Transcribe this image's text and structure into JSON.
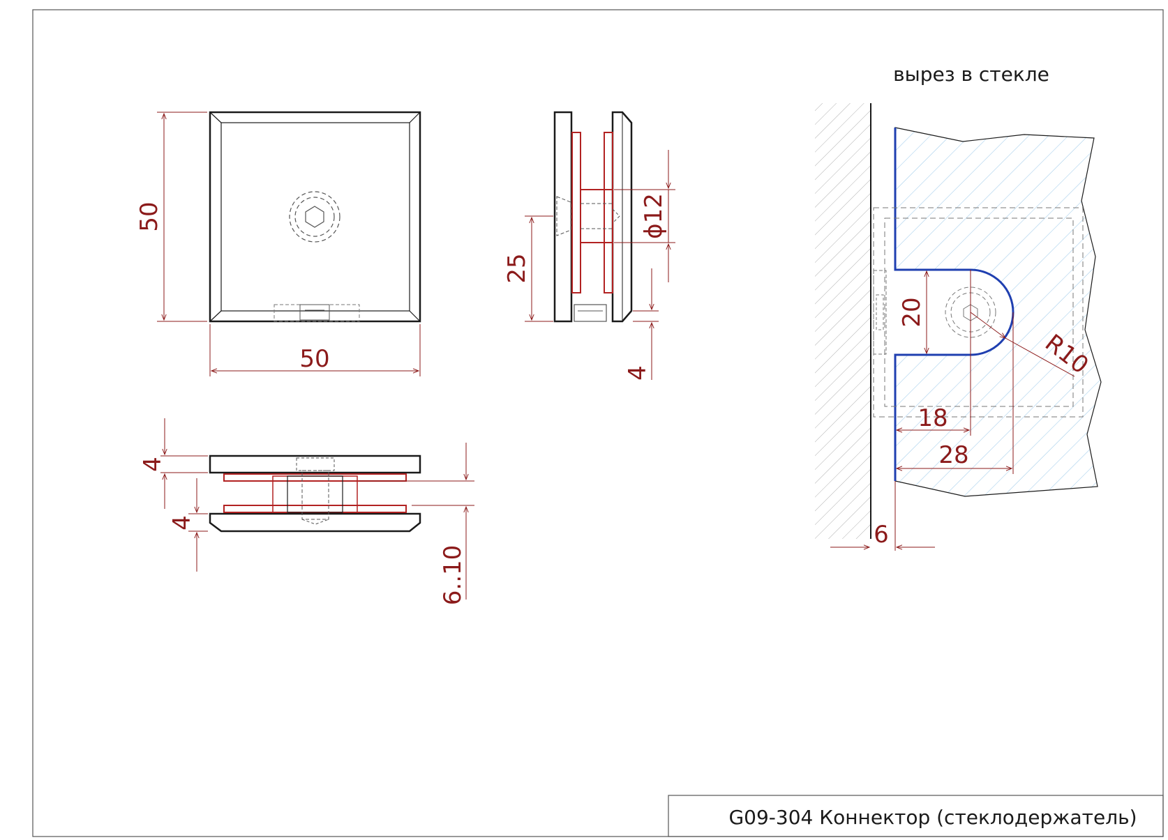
{
  "title_block": {
    "text": "G09-304 Коннектор (стеклодержатель)"
  },
  "cutout_note": "вырез в стекле",
  "dimensions": {
    "front_height": "50",
    "front_width": "50",
    "side_pin_diameter": "ϕ12",
    "side_pin_offset": "25",
    "side_bottom_gap": "4",
    "top_plate_thickness": "4",
    "bottom_plate_thickness": "4",
    "glass_thickness_range": "6..10",
    "cutout_height": "20",
    "cutout_radius": "R10",
    "cutout_center_offset": "18",
    "cutout_depth": "28",
    "wall_gap": "6"
  },
  "colors": {
    "outline": "#1a1a1a",
    "dimension": "#8b1a1a",
    "gasket": "#b22222",
    "cutout_edge": "#1f3fb0",
    "glass_hatch": "#a8d0ec",
    "wall_hatch": "#9a9a9a",
    "hidden": "#555555"
  }
}
